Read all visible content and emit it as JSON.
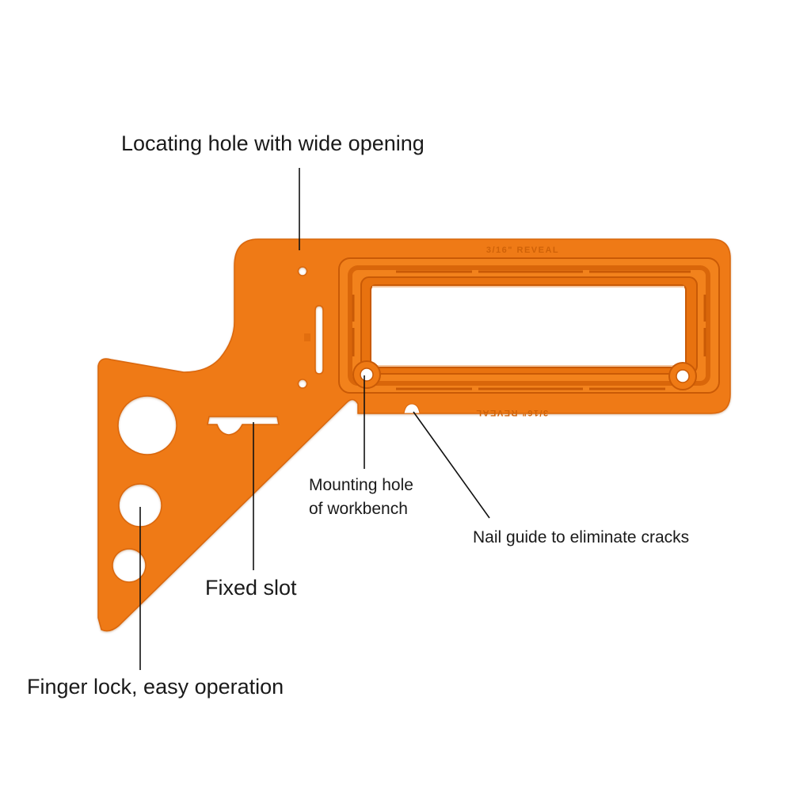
{
  "image": {
    "subject": "orange plastic trim jig",
    "colors": {
      "body": "#EF7A14",
      "body_dark": "#D9660A",
      "body_light": "#F7913A",
      "background": "#FFFFFF",
      "leader": "#111111",
      "text": "#1A1A1A"
    }
  },
  "callouts": {
    "locating_hole": "Locating hole with wide opening",
    "mounting_hole_line1": "Mounting hole",
    "mounting_hole_line2": "of workbench",
    "nail_guide": "Nail guide to eliminate cracks",
    "fixed_slot": "Fixed slot",
    "finger_lock": "Finger lock, easy operation"
  },
  "embossed": {
    "top": "3/16\" REVEAL",
    "bottom": "3/16\" REVEAL"
  }
}
